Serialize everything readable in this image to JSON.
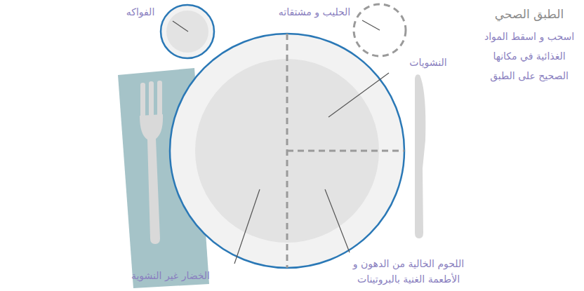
{
  "diagram": {
    "title": "الطبق الصحي",
    "labels": [
      "اسحب و اسقط المواد الغذائية في مكانها الصحيح على الطبق",
      "الفواكه",
      "الحليب و مشتقاته",
      "النشويات",
      "الخضار غير النشوية",
      "اللحوم الخالية من الدهون و الأطعمة الغنية بالبروتينات"
    ]
  }
}
